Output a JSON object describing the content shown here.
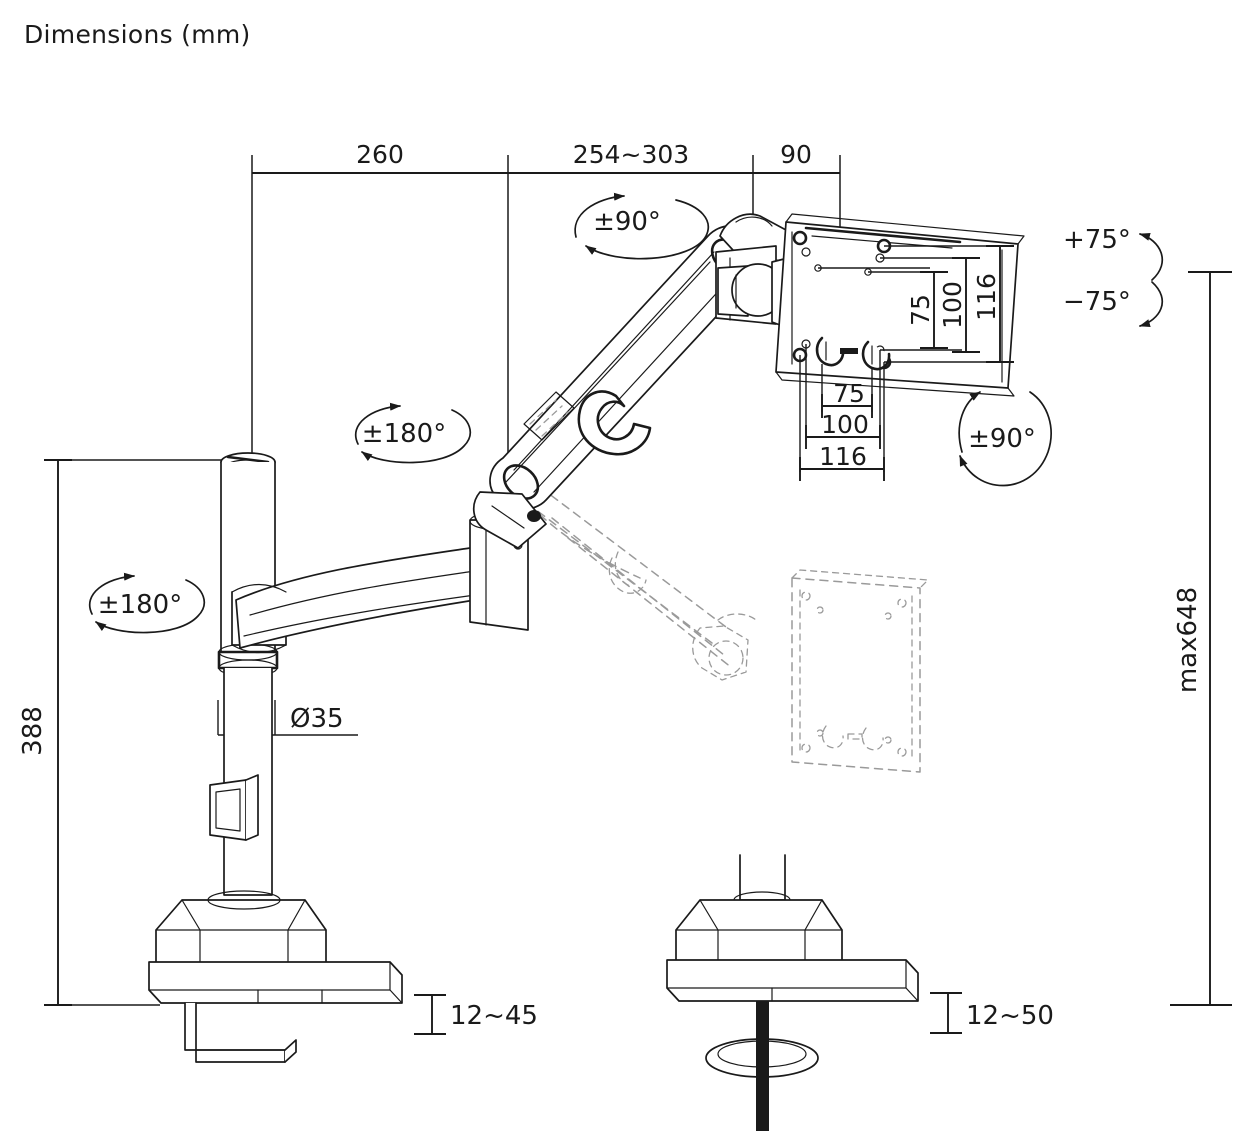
{
  "page": {
    "title": "Dimensions (mm)",
    "units": "mm",
    "line_color": "#1a1a1a",
    "ghost_color": "#9a9a9a",
    "background": "#ffffff"
  },
  "dimensions": {
    "horizontal_chain": [
      {
        "name": "reach-segment-1",
        "label": "260"
      },
      {
        "name": "reach-segment-2",
        "label": "254~303"
      },
      {
        "name": "reach-segment-3",
        "label": "90"
      }
    ],
    "column_height": {
      "name": "column-height",
      "label": "388"
    },
    "pole_diameter": {
      "name": "pole-diameter",
      "label": "Ø35"
    },
    "max_height": {
      "name": "max-height",
      "label": "max648"
    },
    "clamp_thickness": {
      "name": "desk-clamp-range",
      "label": "12~45"
    },
    "grommet_thickness": {
      "name": "grommet-mount-range",
      "label": "12~50"
    },
    "vesa_vertical": [
      {
        "name": "vesa-vertical-75",
        "label": "75"
      },
      {
        "name": "vesa-vertical-100",
        "label": "100"
      },
      {
        "name": "vesa-vertical-116",
        "label": "116"
      }
    ],
    "vesa_horizontal": [
      {
        "name": "vesa-horizontal-75",
        "label": "75"
      },
      {
        "name": "vesa-horizontal-100",
        "label": "100"
      },
      {
        "name": "vesa-horizontal-116",
        "label": "116"
      }
    ]
  },
  "motion": {
    "arm_swivel": {
      "name": "arm-swivel-rotation",
      "label": "±90°"
    },
    "base_rotation": {
      "name": "base-rotation",
      "label": "±180°"
    },
    "elbow_rotation": {
      "name": "elbow-rotation",
      "label": "±180°"
    },
    "screen_rotation": {
      "name": "screen-rotation",
      "label": "±90°"
    },
    "tilt_up": {
      "name": "tilt-up",
      "label": "+75°"
    },
    "tilt_down": {
      "name": "tilt-down",
      "label": "−75°"
    }
  }
}
